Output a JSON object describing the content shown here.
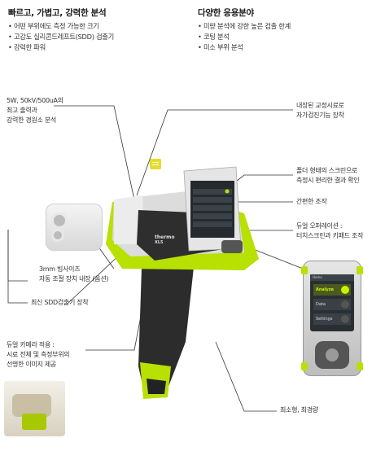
{
  "left_feature": {
    "heading": "빠르고, 가볍고, 강력한 분석",
    "bullets": [
      "어떤 부위에도 측정 가능한 크기",
      "고감도 실리콘드레프트(SDD) 검출기",
      "강력한 파워"
    ]
  },
  "right_feature": {
    "heading": "다양한 응용분야",
    "bullets": [
      "미량 분석에 강한 높은 검출 한계",
      "코팅 분석",
      "미소 부위 분석"
    ]
  },
  "callouts": {
    "power": [
      "5W, 50kV/500uA의",
      "최고 출력과",
      "강력한 경원소 분석"
    ],
    "calibration": [
      "내장된 교정시료로",
      "자가검진기능 장착"
    ],
    "holster": [
      "폴더 형태의 스크린으로",
      "측정시 편리한 결과 확인"
    ],
    "simple": [
      "간편한 조작"
    ],
    "dual_op": [
      "듀얼 오퍼레이션 :",
      "터치스크린과 키패드 조작"
    ],
    "beam": [
      "3mm 빔사이즈",
      "자동 조절 장치 내장 (옵션)"
    ],
    "sdd": [
      "최신 SDD검출기 장착"
    ],
    "camera": [
      "듀얼 카메라 적용 :",
      "시료 전체 및 측정부위의",
      "선명한 이미지 제공"
    ],
    "compact": [
      "최소형, 최경량"
    ]
  },
  "device_screen": {
    "header": "Home",
    "items": [
      "Analyze",
      "Data",
      "Settings"
    ]
  },
  "brand": {
    "text": "thermo",
    "model": "XL5"
  },
  "colors": {
    "accent_lime": "#b8e000",
    "device_dark": "#2c2c2c",
    "line": "#333333",
    "chat_icon": "#e8dc2a"
  }
}
